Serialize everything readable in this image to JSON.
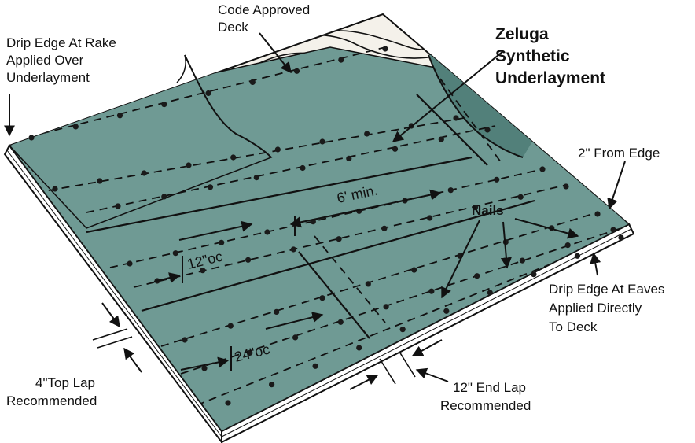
{
  "colors": {
    "underlayment": "#6f9a94",
    "underlayment_dark": "#52807a",
    "deck": "#f4f1ea",
    "line": "#111111",
    "nail": "#1a1a1a"
  },
  "labels": {
    "drip_edge_rake": [
      "Drip Edge At Rake",
      "Applied Over",
      "Underlayment"
    ],
    "code_deck": [
      "Code Approved",
      "Deck"
    ],
    "zeluga": [
      "Zeluga",
      "Synthetic",
      "Underlayment"
    ],
    "from_edge": "2\" From Edge",
    "nails": "Nails",
    "drip_edge_eaves": [
      "Drip Edge At Eaves",
      "Applied Directly",
      "To Deck"
    ],
    "top_lap": [
      "4\"Top Lap",
      "Recommended"
    ],
    "end_lap": [
      "12\" End Lap",
      "Recommended"
    ]
  },
  "measures": {
    "six_min": "6' min.",
    "twelve_oc": "12\"oc",
    "twentyfour_oc": "24\"oc"
  }
}
